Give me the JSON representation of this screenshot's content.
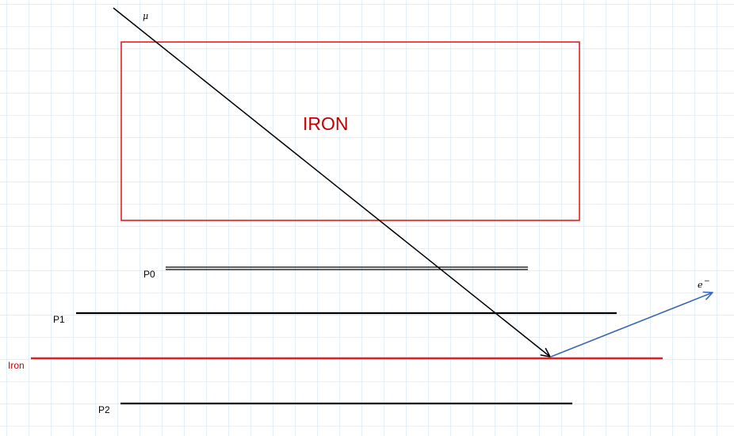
{
  "labels": {
    "muon": "μ",
    "iron_block": "IRON",
    "plane_p0": "P0",
    "plane_p1": "P1",
    "plane_iron": "Iron",
    "plane_p2": "P2",
    "electron_base": "e",
    "electron_sup": "−"
  },
  "colors": {
    "grid": "#c6e3f2",
    "iron": "#e02020",
    "iron_text": "#c00000",
    "track": "#000000",
    "electron_track": "#3568b8",
    "plane": "#000000"
  }
}
